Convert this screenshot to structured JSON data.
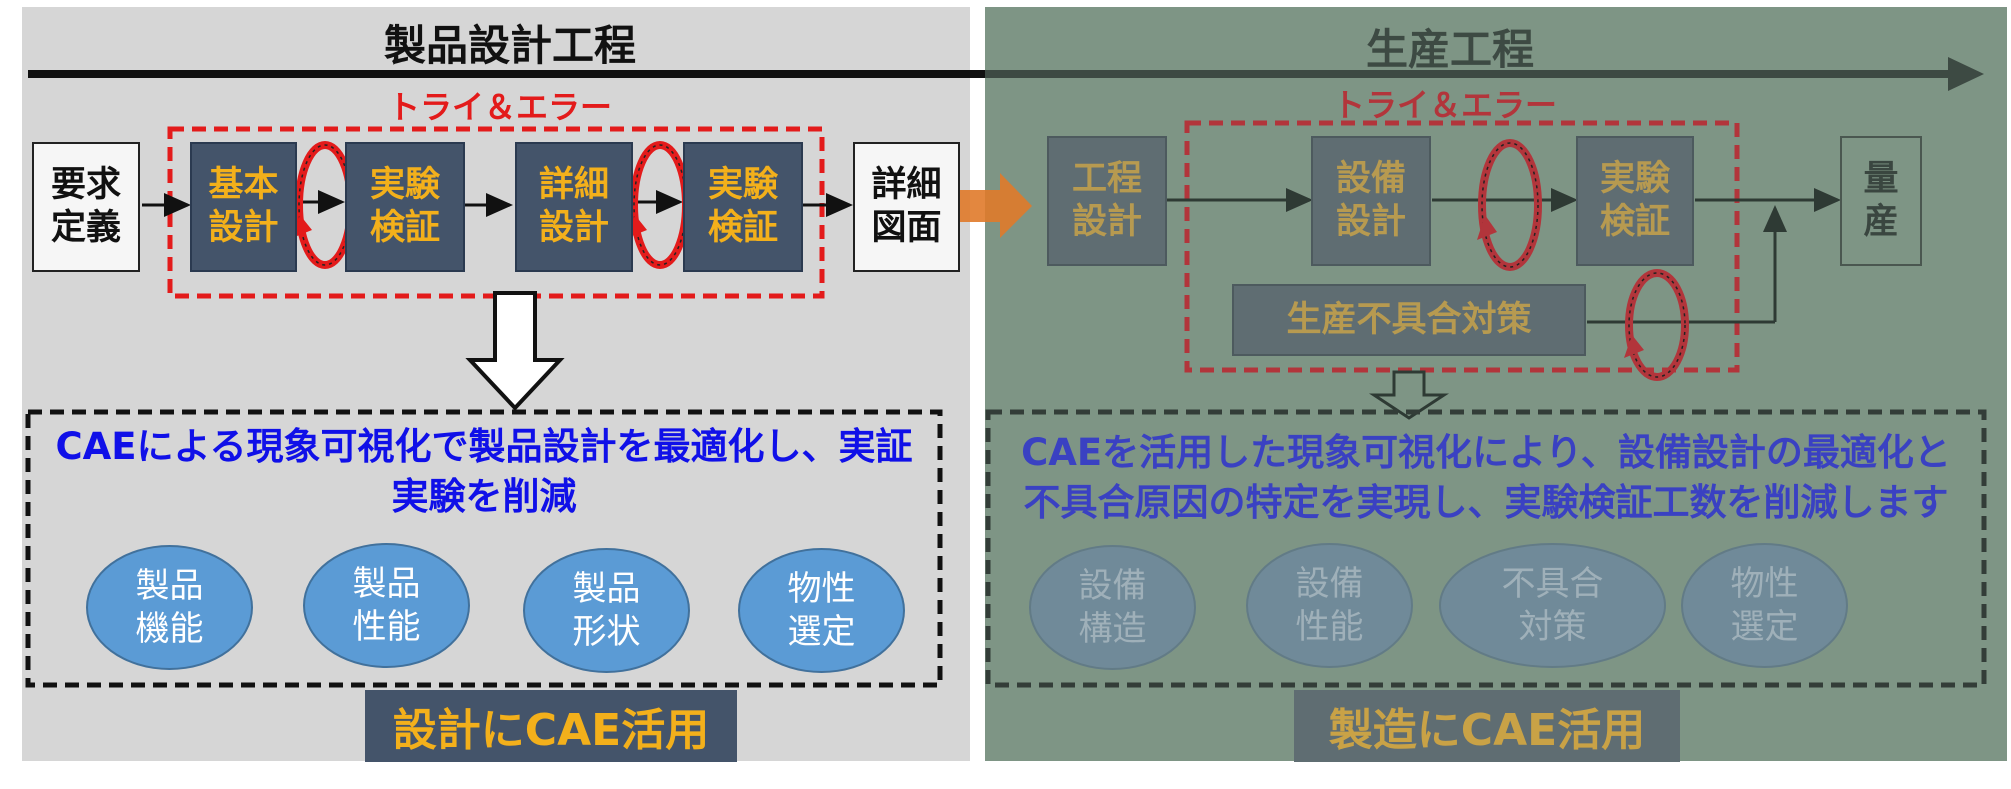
{
  "left": {
    "title": "製品設計工程",
    "trial": "トライ＆エラー",
    "steps": {
      "requirement": [
        "要求",
        "定義"
      ],
      "basic_design": [
        "基本",
        "設計"
      ],
      "experiment1": [
        "実験",
        "検証"
      ],
      "detail_design": [
        "詳細",
        "設計"
      ],
      "experiment2": [
        "実験",
        "検証"
      ],
      "detail_drawing": [
        "詳細",
        "図面"
      ]
    },
    "summary": [
      "CAEによる現象可視化で製品設計を最適化し、実証",
      "実験を削減"
    ],
    "targets": [
      [
        "製品",
        "機能"
      ],
      [
        "製品",
        "性能"
      ],
      [
        "製品",
        "形状"
      ],
      [
        "物性",
        "選定"
      ]
    ],
    "banner": "設計にCAE活用"
  },
  "right": {
    "title": "生産工程",
    "trial": "トライ＆エラー",
    "steps": {
      "process_design": [
        "工程",
        "設計"
      ],
      "equipment_design": [
        "設備",
        "設計"
      ],
      "experiment": [
        "実験",
        "検証"
      ],
      "mass_production": [
        "量",
        "産"
      ],
      "defect_countermeasure": "生産不具合対策"
    },
    "summary": [
      "CAEを活用した現象可視化により、設備設計の最適化と",
      "不具合原因の特定を実現し、実験検証工数を削減します"
    ],
    "targets": [
      [
        "設備",
        "構造"
      ],
      [
        "設備",
        "性能"
      ],
      [
        "不具合",
        "対策"
      ],
      [
        "物性",
        "選定"
      ]
    ],
    "banner": "製造にCAE活用"
  },
  "colors": {
    "left_panel": "#d6d6d6",
    "right_panel": "#7e9585",
    "step_box": "#44546a",
    "step_text": "#f3b01b",
    "trial_red": "#e31b1b",
    "summary_blue": "#1010e8",
    "ellipse_blue": "#5b9bd5"
  }
}
